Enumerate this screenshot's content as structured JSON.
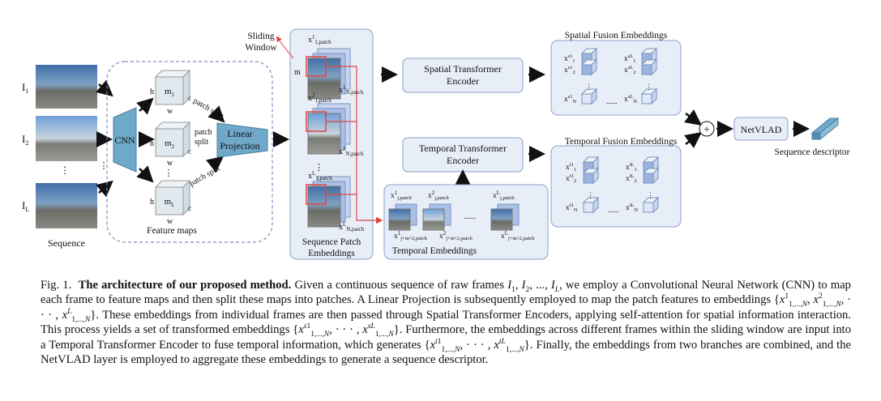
{
  "frames": [
    "I",
    "I",
    "I"
  ],
  "frame_subs": [
    "1",
    "2",
    "L"
  ],
  "sequence_label": "Sequence",
  "cnn_label": "CNN",
  "feature_maps_label": "Feature maps",
  "fm_sub": [
    "1",
    "2",
    "L"
  ],
  "fm_dims": {
    "h": "h",
    "w": "w",
    "c": "c",
    "m": "m"
  },
  "patch_split": "patch split",
  "linear_projection": [
    "Linear",
    "Projection"
  ],
  "sliding_window": [
    "Sliding",
    "Window"
  ],
  "patch_labels": {
    "top1": "x",
    "top1_sup": "1",
    "top1_sub": "1,patch",
    "bot1_sub": "N,patch",
    "top2_sup": "2",
    "top2_sub": "1,patch",
    "bot2_sub": "N,patch",
    "top3_sup": "L",
    "top3_sub": "1,patch",
    "bot3_sub": "N,patch"
  },
  "sequence_patch_embeddings": [
    "Sequence Patch",
    "Embeddings"
  ],
  "spatial_transformer": [
    "Spatial Transformer",
    "Encoder"
  ],
  "temporal_transformer": [
    "Temporal Transformer",
    "Encoder"
  ],
  "temporal_embeddings_label": "Temporal Embeddings",
  "temporal_emb_top": [
    "1",
    "2",
    "L"
  ],
  "temporal_emb_top_sub": "j,patch",
  "temporal_emb_bot_sub": "j+m^2,patch",
  "spatial_fusion_label": "Spatial Fusion Embeddings",
  "temporal_fusion_label": "Temporal Fusion Embeddings",
  "fusion_sup_s": [
    "s1",
    "sL"
  ],
  "fusion_sup_t": [
    "t1",
    "tL"
  ],
  "fusion_subs": [
    "1",
    "2",
    "N"
  ],
  "netvlad_label": "NetVLAD",
  "sequence_descriptor_label": "Sequence descriptor",
  "plus_symbol": "+",
  "dots": "......",
  "colors": {
    "panel_fill": "#e8eef8",
    "panel_border": "#8aa0c8",
    "cube_blue": "#9bb3de",
    "cube_light": "#dfe8f6",
    "red": "#e04444",
    "teal": "#6fa8c8"
  }
}
